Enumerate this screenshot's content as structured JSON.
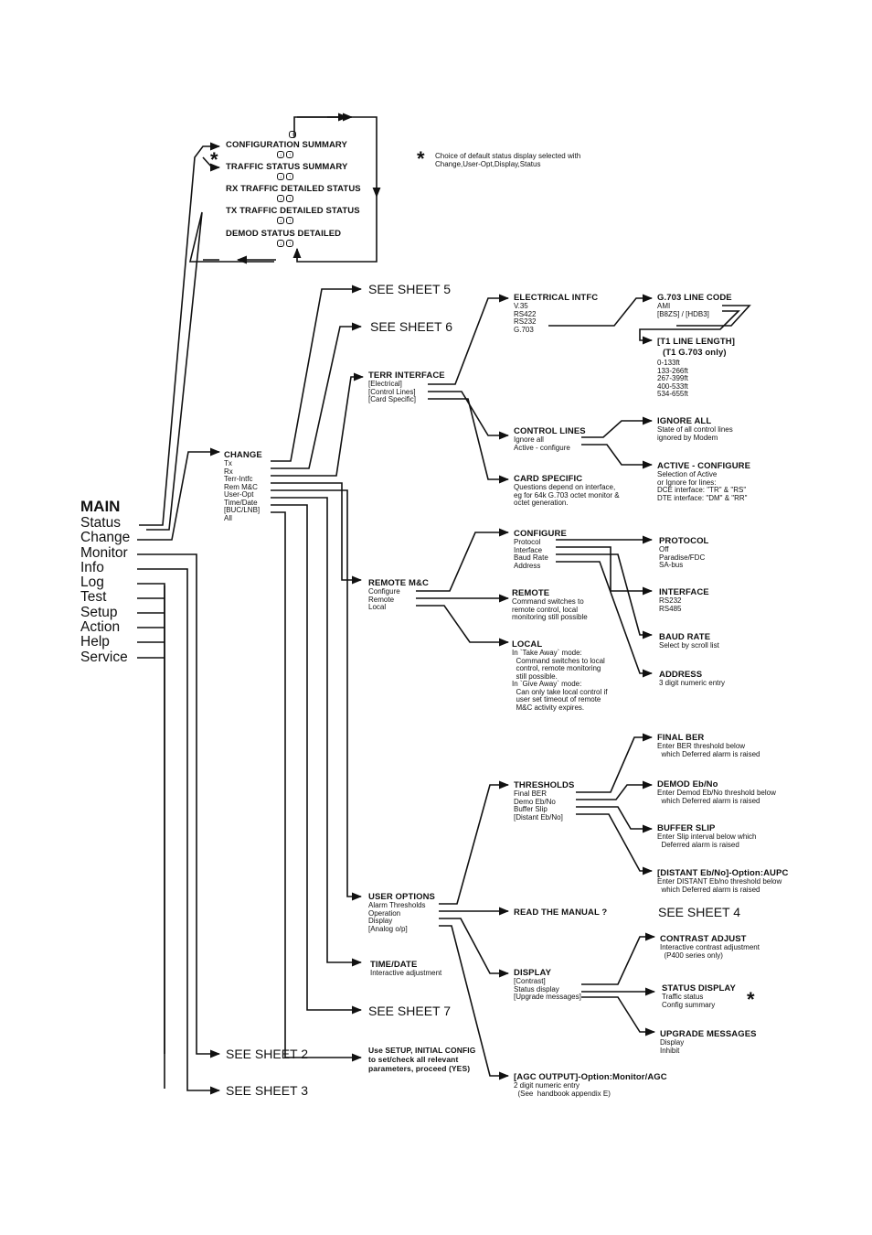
{
  "main": {
    "title": "MAIN",
    "items": [
      "Status",
      "Change",
      "Monitor",
      "Info",
      "Log",
      "Test",
      "Setup",
      "Action",
      "Help",
      "Service"
    ]
  },
  "status_menu": {
    "items": [
      "CONFIGURATION SUMMARY",
      "TRAFFIC STATUS SUMMARY",
      "RX TRAFFIC DETAILED STATUS",
      "TX TRAFFIC DETAILED STATUS",
      "DEMOD STATUS DETAILED"
    ]
  },
  "notes": {
    "star": "*",
    "default_status_line1": "Choice of default status display selected with",
    "default_status_line2": "Change,User-Opt,Display,Status"
  },
  "change": {
    "title": "CHANGE",
    "items": [
      "Tx",
      "Rx",
      "Terr-Intfc",
      "Rem M&C",
      "User-Opt",
      "Time/Date",
      "[BUC/LNB]",
      "All"
    ]
  },
  "see_sheets": {
    "s5": "SEE SHEET 5",
    "s6": "SEE SHEET 6",
    "s7": "SEE SHEET 7",
    "s4": "SEE SHEET 4",
    "s2": "SEE SHEET 2",
    "s3": "SEE SHEET 3"
  },
  "terr_interface": {
    "title": "TERR INTERFACE",
    "items": [
      "[Electrical]",
      "[Control Lines]",
      "[Card Specific]"
    ]
  },
  "electrical_intfc": {
    "title": "ELECTRICAL INTFC",
    "items": [
      "V.35",
      "RS422",
      "RS232",
      "G.703"
    ]
  },
  "g703_line_code": {
    "title": "G.703 LINE CODE",
    "items": [
      "AMI",
      "[B8ZS] / [HDB3]"
    ]
  },
  "t1_line_length": {
    "title": "[T1 LINE LENGTH]",
    "subtitle": "(T1 G.703 only)",
    "items": [
      "0-133ft",
      "133-266ft",
      "267-399ft",
      "400-533ft",
      "534-655ft"
    ]
  },
  "control_lines": {
    "title": "CONTROL LINES",
    "items": [
      "Ignore all",
      "Active - configure"
    ]
  },
  "ignore_all": {
    "title": "IGNORE ALL",
    "lines": [
      "State of all control lines",
      "ignored by Modem"
    ]
  },
  "active_configure": {
    "title": "ACTIVE - CONFIGURE",
    "lines": [
      "Selection of Active",
      "or Ignore for lines:",
      "  DCE interface: \"TR\" & \"RS\"",
      "  DTE interface: \"DM\" & \"RR\""
    ]
  },
  "card_specific": {
    "title": "CARD SPECIFIC",
    "lines": [
      "Questions depend on interface,",
      "eg for 64k G.703 octet monitor &",
      "octet generation."
    ]
  },
  "remote_mc": {
    "title": "REMOTE M&C",
    "items": [
      "Configure",
      "Remote",
      "Local"
    ]
  },
  "configure": {
    "title": "CONFIGURE",
    "items": [
      "Protocol",
      "Interface",
      "Baud Rate",
      "Address"
    ]
  },
  "protocol": {
    "title": "PROTOCOL",
    "items": [
      "Off",
      "Paradise/FDC",
      "SA-bus"
    ]
  },
  "interface": {
    "title": "INTERFACE",
    "items": [
      "RS232",
      "RS485"
    ]
  },
  "baud_rate": {
    "title": "BAUD RATE",
    "lines": [
      "Select by scroll list"
    ]
  },
  "address": {
    "title": "ADDRESS",
    "lines": [
      "3 digit numeric entry"
    ]
  },
  "remote": {
    "title": "REMOTE",
    "lines": [
      "Command switches to",
      "remote control, local",
      "monitoring still possible"
    ]
  },
  "local": {
    "title": "LOCAL",
    "lines": [
      "In `Take Away` mode:",
      "  Command switches to local",
      "  control, remote monitoring",
      "  still possible.",
      "In `Give Away` mode:",
      "  Can only take local control if",
      "  user set timeout of remote",
      "  M&C activity expires."
    ]
  },
  "thresholds": {
    "title": "THRESHOLDS",
    "items": [
      "Final BER",
      "Demo Eb/No",
      "Buffer Slip",
      "[Distant Eb/No]"
    ]
  },
  "final_ber": {
    "title": "FINAL BER",
    "lines": [
      "Enter BER threshold below",
      "  which Deferred alarm is raised"
    ]
  },
  "demod_ebno": {
    "title": "DEMOD Eb/No",
    "lines": [
      "Enter Demod Eb/No threshold below",
      "  which Deferred alarm is raised"
    ]
  },
  "buffer_slip": {
    "title": "BUFFER SLIP",
    "lines": [
      "Enter Slip interval below which",
      "  Deferred alarm is raised"
    ]
  },
  "distant_ebno": {
    "title": "[DISTANT Eb/No]-Option:AUPC",
    "lines": [
      "Enter DISTANT Eb/no threshold below",
      "  which Deferred alarm is raised"
    ]
  },
  "user_options": {
    "title": "USER OPTIONS",
    "items": [
      "Alarm Thresholds",
      "Operation",
      "Display",
      "[Analog o/p]"
    ]
  },
  "read_manual": {
    "title": "READ THE MANUAL ?"
  },
  "display": {
    "title": "DISPLAY",
    "items": [
      "[Contrast]",
      "Status display",
      "[Upgrade messages]"
    ]
  },
  "contrast_adjust": {
    "title": "CONTRAST ADJUST",
    "lines": [
      "Interactive contrast adjustment",
      "  (P400 series only)"
    ]
  },
  "status_display": {
    "title": "STATUS DISPLAY",
    "lines": [
      "Traffic status",
      "Config summary"
    ]
  },
  "upgrade_messages": {
    "title": "UPGRADE MESSAGES",
    "lines": [
      "Display",
      "Inhibit"
    ]
  },
  "agc_output": {
    "title": "[AGC OUTPUT]-Option:Monitor/AGC",
    "lines": [
      "2 digit numeric entry",
      "  (See  handbook appendix E)"
    ]
  },
  "time_date": {
    "title": "TIME/DATE",
    "lines": [
      "Interactive adjustment"
    ]
  },
  "all_note": {
    "lines": [
      "Use SETUP, INITIAL CONFIG",
      "to set/check all relevant",
      "parameters, proceed (YES)"
    ]
  }
}
